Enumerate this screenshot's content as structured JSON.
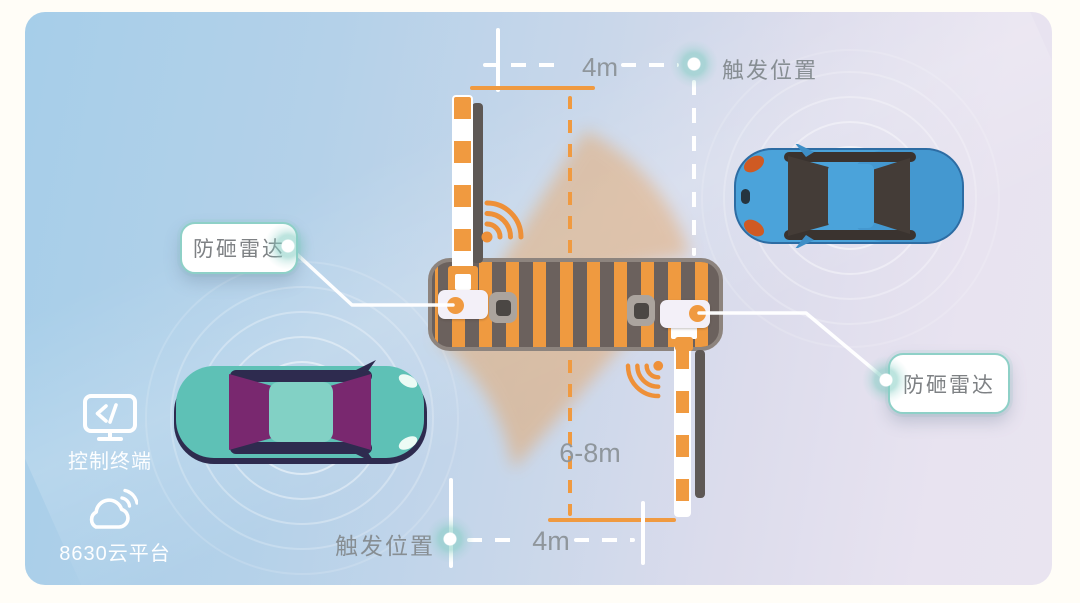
{
  "diagram": {
    "title_meaning": "barrier-gate anti-smash radar layout",
    "trigger_top": "触发位置",
    "trigger_bottom": "触发位置",
    "radar_label_left": "防砸雷达",
    "radar_label_right": "防砸雷达",
    "distance_top": "4m",
    "distance_bottom": "4m",
    "distance_lane": "6-8m",
    "terminal_label": "控制终端",
    "cloud_label": "8630云平台"
  },
  "colors": {
    "accent_orange": "#EF9A40",
    "accent_teal": "#7AC8BD",
    "island_gray": "#6B615D",
    "car_teal": "#5EC1B6",
    "car_blue": "#4BA3DA",
    "dim_text_gray": "#8F969C",
    "label_text_gray": "#7E8184",
    "white": "#FFFFFF"
  },
  "icons": {
    "radar_signal": "wifi-arcs-with-dot",
    "terminal": "monitor-with-code-glyph",
    "cloud": "cloud-with-wifi-arcs",
    "camera": "rounded-square-lens",
    "trigger_point": "glowing-teal-dot"
  }
}
